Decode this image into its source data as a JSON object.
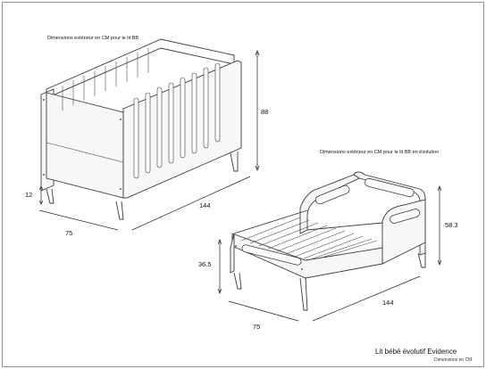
{
  "crib": {
    "caption": "Dimensions extérieur en CM pour le lit BB",
    "dims": {
      "height": "88",
      "leg": "12",
      "depth": "75",
      "length": "144"
    }
  },
  "toddler_bed": {
    "caption": "Dimensions extérieur en CM pour le lit BB en évolution",
    "dims": {
      "headboard": "58.3",
      "side": "36.5",
      "depth": "75",
      "length": "144"
    }
  },
  "footer": {
    "title": "Lit bébé évolutif Evidence",
    "subtitle": "Dimensions en CM"
  }
}
